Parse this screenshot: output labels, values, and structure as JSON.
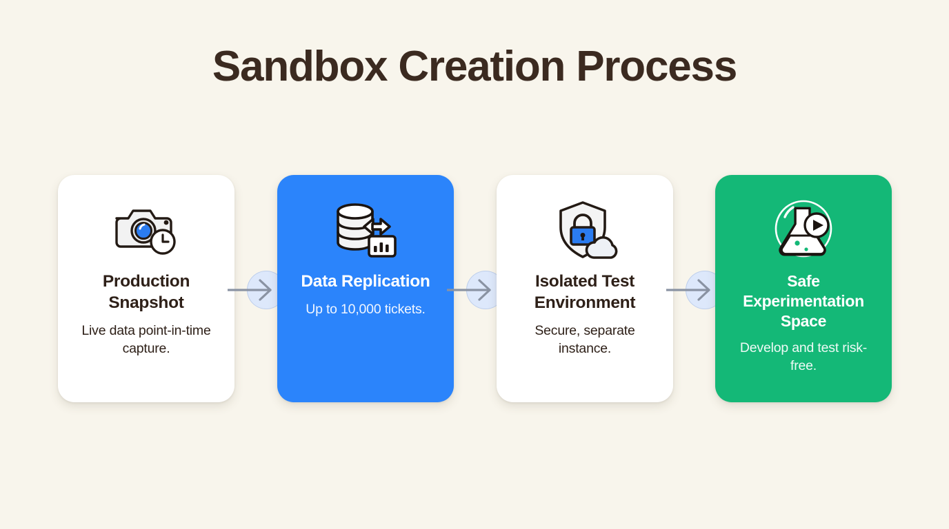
{
  "page": {
    "title": "Sandbox Creation Process",
    "background_color": "#F8F5EC",
    "title_color": "#3B2A20"
  },
  "diagram": {
    "type": "process-flow",
    "orientation": "horizontal",
    "step_count": 4,
    "connector_icon": "arrow-right-icon",
    "connector_color": "#DDE8FB",
    "steps": [
      {
        "index": 1,
        "icon": "camera-clock-icon",
        "title": "Production Snapshot",
        "description": "Live data point-in-time capture.",
        "card_color": "#FFFFFF",
        "text_color": "#2E2018"
      },
      {
        "index": 2,
        "icon": "database-sync-icon",
        "title": "Data Replication",
        "description": "Up to 10,000 tickets.",
        "card_color": "#2B84FB",
        "text_color": "#FFFFFF"
      },
      {
        "index": 3,
        "icon": "shield-lock-cloud-icon",
        "title": "Isolated Test Environment",
        "description": "Secure, separate instance.",
        "card_color": "#FFFFFF",
        "text_color": "#2E2018"
      },
      {
        "index": 4,
        "icon": "flask-play-icon",
        "title": "Safe Experimentation Space",
        "description": "Develop and test risk-free.",
        "card_color": "#14B877",
        "text_color": "#FFFFFF"
      }
    ]
  }
}
